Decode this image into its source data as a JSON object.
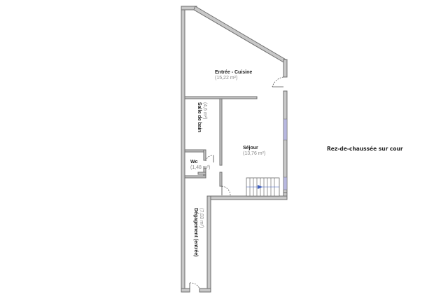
{
  "plan": {
    "caption": "Rez-de-chaussée sur cour",
    "rooms": [
      {
        "name": "Entrée - Cuisine",
        "area": "(15,22 m²)"
      },
      {
        "name": "Salle de bain",
        "area": "(4,6 m²)"
      },
      {
        "name": "Séjour",
        "area": "(13,76 m²)"
      },
      {
        "name": "Wc",
        "area": "(1,48 m²)"
      },
      {
        "name": "Dégagement (entrée)",
        "area": "(7,03 m²)"
      }
    ],
    "colors": {
      "wall_fill": "#c8c8c8",
      "wall_stroke": "#6e6e6e",
      "window": "#b8b8e0",
      "stair_arrow": "#4060c0"
    }
  }
}
